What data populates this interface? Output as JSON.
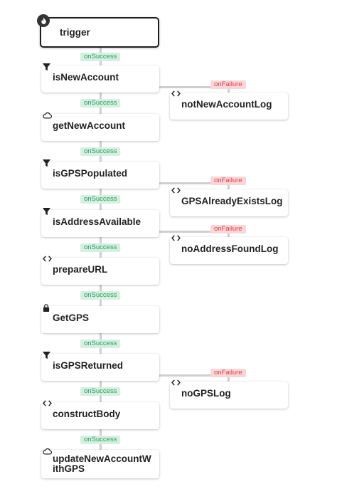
{
  "labels": {
    "success": "onSuccess",
    "failure": "onFailure"
  },
  "icons": {
    "trigger": "flame-icon",
    "filter": "filter-icon",
    "cloud": "cloud-icon",
    "code": "code-icon",
    "lock": "lock-icon"
  },
  "colors": {
    "success_bg": "#d5f0e0",
    "success_text": "#2f9a5c",
    "failure_bg": "#fad6d9",
    "failure_text": "#d8434f",
    "connector": "#cfcfcf"
  },
  "nodes": [
    {
      "id": "trigger",
      "label": "trigger",
      "icon": "trigger"
    },
    {
      "id": "isNewAccount",
      "label": "isNewAccount",
      "icon": "filter"
    },
    {
      "id": "getNewAccount",
      "label": "getNewAccount",
      "icon": "cloud"
    },
    {
      "id": "isGPSPopulated",
      "label": "isGPSPopulated",
      "icon": "filter"
    },
    {
      "id": "isAddressAvailable",
      "label": "isAddressAvailable",
      "icon": "filter"
    },
    {
      "id": "prepareURL",
      "label": "prepareURL",
      "icon": "code"
    },
    {
      "id": "GetGPS",
      "label": "GetGPS",
      "icon": "lock"
    },
    {
      "id": "isGPSReturned",
      "label": "isGPSReturned",
      "icon": "filter"
    },
    {
      "id": "constructBody",
      "label": "constructBody",
      "icon": "code"
    },
    {
      "id": "updateNewAccountWithGPS",
      "label": "updateNewAccountWithGPS",
      "icon": "cloud"
    },
    {
      "id": "notNewAccountLog",
      "label": "notNewAccountLog",
      "icon": "code"
    },
    {
      "id": "GPSAlreadyExistsLog",
      "label": "GPSAlreadyExistsLog",
      "icon": "code"
    },
    {
      "id": "noAddressFoundLog",
      "label": "noAddressFoundLog",
      "icon": "code"
    },
    {
      "id": "noGPSLog",
      "label": "noGPSLog",
      "icon": "code"
    }
  ],
  "edges": [
    {
      "from": "trigger",
      "to": "isNewAccount",
      "type": "success"
    },
    {
      "from": "isNewAccount",
      "to": "getNewAccount",
      "type": "success"
    },
    {
      "from": "isNewAccount",
      "to": "notNewAccountLog",
      "type": "failure"
    },
    {
      "from": "getNewAccount",
      "to": "isGPSPopulated",
      "type": "success"
    },
    {
      "from": "isGPSPopulated",
      "to": "isAddressAvailable",
      "type": "success"
    },
    {
      "from": "isGPSPopulated",
      "to": "GPSAlreadyExistsLog",
      "type": "failure"
    },
    {
      "from": "isAddressAvailable",
      "to": "prepareURL",
      "type": "success"
    },
    {
      "from": "isAddressAvailable",
      "to": "noAddressFoundLog",
      "type": "failure"
    },
    {
      "from": "prepareURL",
      "to": "GetGPS",
      "type": "success"
    },
    {
      "from": "GetGPS",
      "to": "isGPSReturned",
      "type": "success"
    },
    {
      "from": "isGPSReturned",
      "to": "constructBody",
      "type": "success"
    },
    {
      "from": "isGPSReturned",
      "to": "noGPSLog",
      "type": "failure"
    },
    {
      "from": "constructBody",
      "to": "updateNewAccountWithGPS",
      "type": "success"
    }
  ]
}
